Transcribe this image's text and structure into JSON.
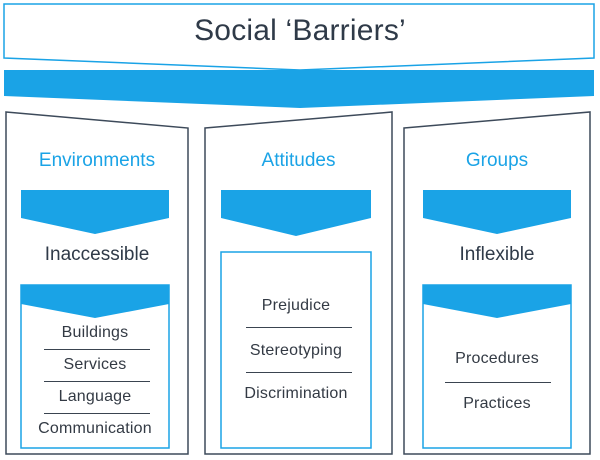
{
  "title": "Social ‘Barriers’",
  "colors": {
    "accent": "#1aa3e6",
    "panel_border": "#3d4a5a",
    "inner_border": "#1aa3e6",
    "text_dark": "#2f3a48"
  },
  "columns": [
    {
      "heading": "Environments",
      "subheading": "Inaccessible",
      "items": [
        "Buildings",
        "Services",
        "Language",
        "Communication"
      ]
    },
    {
      "heading": "Attitudes",
      "subheading": "",
      "items": [
        "Prejudice",
        "Stereotyping",
        "Discrimination"
      ]
    },
    {
      "heading": "Groups",
      "subheading": "Inflexible",
      "items": [
        "Procedures",
        "Practices"
      ]
    }
  ]
}
